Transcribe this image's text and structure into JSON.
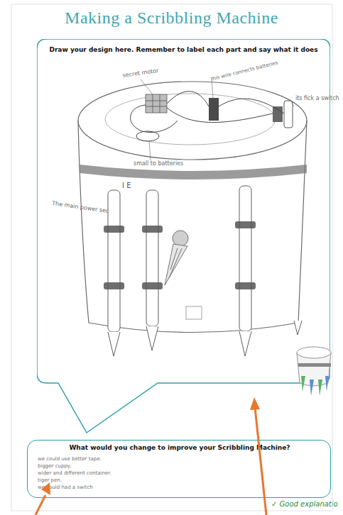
{
  "diagram": {
    "title": "Making a Scribbling Machine",
    "nodes": [
      {
        "text": [
          "Draw your design here. Remember to label each part and say what it does"
        ]
      },
      {
        "text": [
          "What would you change to improve your Scribbling Machine?",
          "we could use better tape.",
          "bigger cuppy.",
          "wider and different container.",
          "tiger pen.",
          "we could had a switch"
        ]
      }
    ],
    "labels": [
      "secret motor",
      "this wire connects batteries",
      "its fick a switch",
      "small to batteries",
      "The main power sects",
      "I E",
      "✓ Good explanatio"
    ]
  }
}
